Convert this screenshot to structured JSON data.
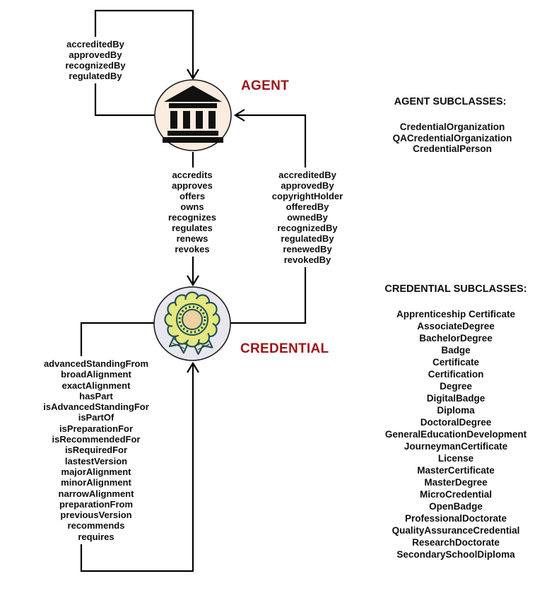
{
  "nodes": {
    "agent": {
      "label": "AGENT",
      "icon": "bank-icon"
    },
    "credential": {
      "label": "CREDENTIAL",
      "icon": "award-rosette-icon"
    }
  },
  "edges": {
    "agent_self_loop": {
      "from": "AGENT",
      "to": "AGENT",
      "labels": [
        "accreditedBy",
        "approvedBy",
        "recognizedBy",
        "regulatedBy"
      ]
    },
    "agent_to_credential": {
      "from": "AGENT",
      "to": "CREDENTIAL",
      "labels": [
        "accredits",
        "approves",
        "offers",
        "owns",
        "recognizes",
        "regulates",
        "renews",
        "revokes"
      ]
    },
    "credential_to_agent": {
      "from": "CREDENTIAL",
      "to": "AGENT",
      "labels": [
        "accreditedBy",
        "approvedBy",
        "copyrightHolder",
        "offeredBy",
        "ownedBy",
        "recognizedBy",
        "regulatedBy",
        "renewedBy",
        "revokedBy"
      ]
    },
    "credential_self_loop": {
      "from": "CREDENTIAL",
      "to": "CREDENTIAL",
      "labels": [
        "advancedStandingFrom",
        "broadAlignment",
        "exactAlignment",
        "hasPart",
        "isAdvancedStandingFor",
        "isPartOf",
        "isPreparationFor",
        "isRecommendedFor",
        "isRequiredFor",
        "lastestVersion",
        "majorAlignment",
        "minorAlignment",
        "narrowAlignment",
        "preparationFrom",
        "previousVersion",
        "recommends",
        "requires"
      ]
    }
  },
  "panels": {
    "agent_subclasses": {
      "heading": "AGENT SUBCLASSES:",
      "items": [
        "CredentialOrganization",
        "QACredentialOrganization",
        "CredentialPerson"
      ]
    },
    "credential_subclasses": {
      "heading": "CREDENTIAL SUBCLASSES:",
      "items": [
        "Apprenticeship Certificate",
        "AssociateDegree",
        "BachelorDegree",
        "Badge",
        "Certificate",
        "Certification",
        "Degree",
        "DigitalBadge",
        "Diploma",
        "DoctoralDegree",
        "GeneralEducationDevelopment",
        "JourneymanCertificate",
        "License",
        "MasterCertificate",
        "MasterDegree",
        "MicroCredential",
        "OpenBadge",
        "ProfessionalDoctorate",
        "QualityAssuranceCredential",
        "ResearchDoctorate",
        "SecondarySchoolDiploma"
      ]
    }
  },
  "colors": {
    "node_label": "#9b1418",
    "agent_node_fill": "#fcecdf",
    "credential_node_fill": "#e8e6ee",
    "edge_line": "#000000",
    "text": "#0d0d0d",
    "bank_icon": "#111111",
    "rosette_teal": "#215059",
    "rosette_yellow": "#e5e77f",
    "rosette_center": "#ebd2a0",
    "ribbon_cream": "#f2e7c4"
  }
}
